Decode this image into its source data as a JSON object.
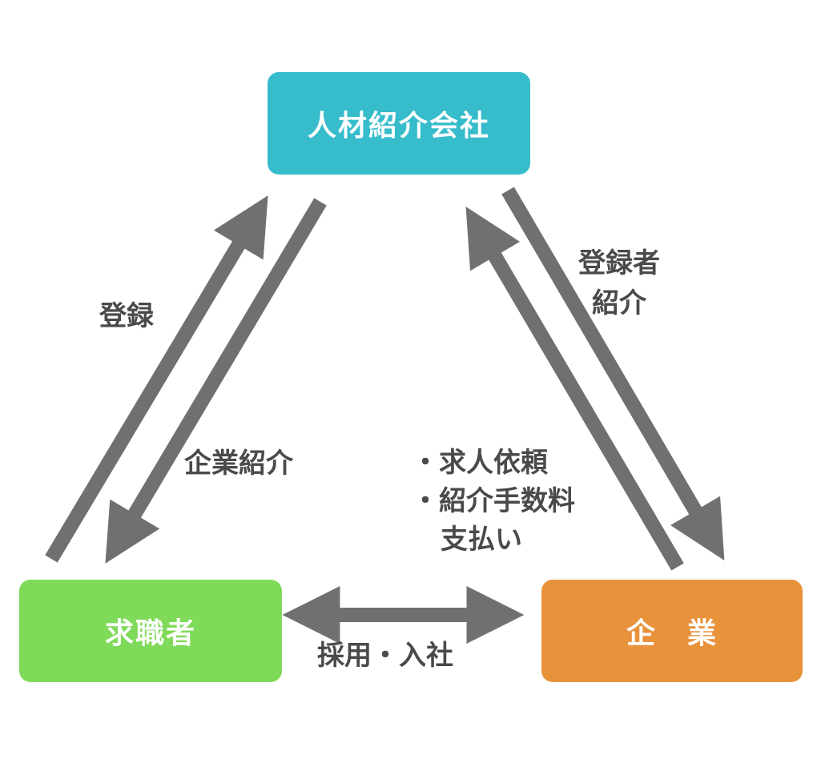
{
  "nodes": {
    "agency": "人材紹介会社",
    "seeker": "求職者",
    "company": "企　業"
  },
  "labels": {
    "register": "登録",
    "intro_company": "企業紹介",
    "intro_registrant_1": "登録者",
    "intro_registrant_2": "紹介",
    "requests_1": "・求人依頼",
    "requests_2": "・紹介手数料",
    "requests_3": "支払い",
    "hire": "採用・入社"
  },
  "colors": {
    "agency": "#36bccb",
    "seeker": "#80da5a",
    "company": "#e8923c",
    "arrow": "#707070",
    "text": "#4a4a4a"
  }
}
